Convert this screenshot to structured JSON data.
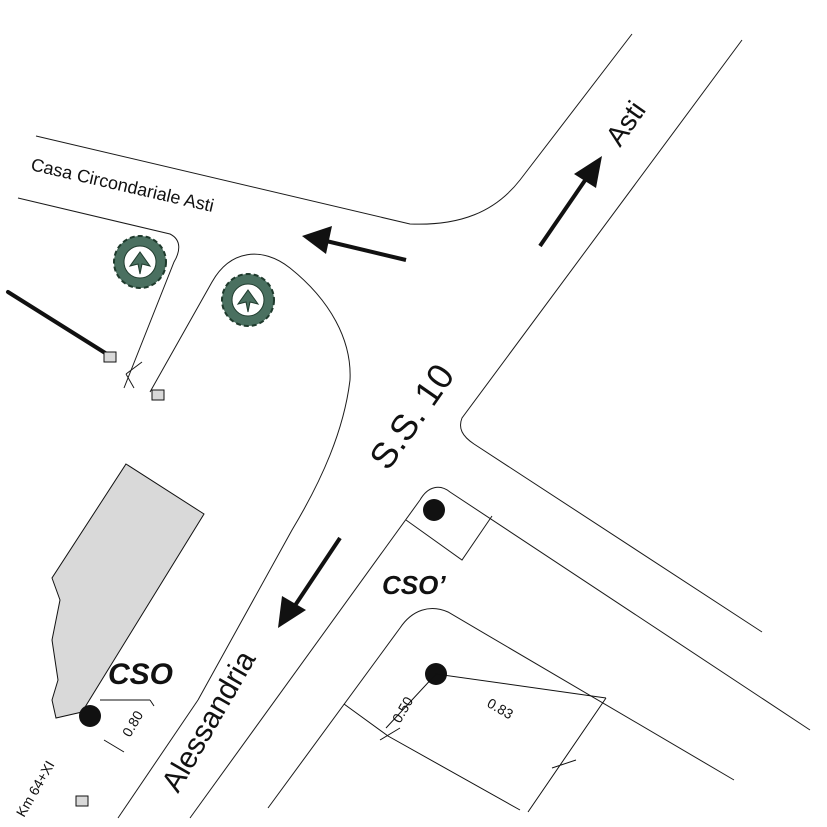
{
  "labels": {
    "street_top": "Casa Circondariale Asti",
    "road_main": "S.S. 10",
    "dir_north": "Asti",
    "dir_south": "Alessandria",
    "station_a": "CSO",
    "station_b": "CSO’",
    "km_marker": "Km 64+XI",
    "dim_a": "0.80",
    "dim_b": "0.50",
    "dim_c": "0.83"
  },
  "colors": {
    "building": "#d9d9d9",
    "tree_fill": "#4a7060",
    "tree_outline": "#1e3a2c",
    "ink": "#111111"
  }
}
